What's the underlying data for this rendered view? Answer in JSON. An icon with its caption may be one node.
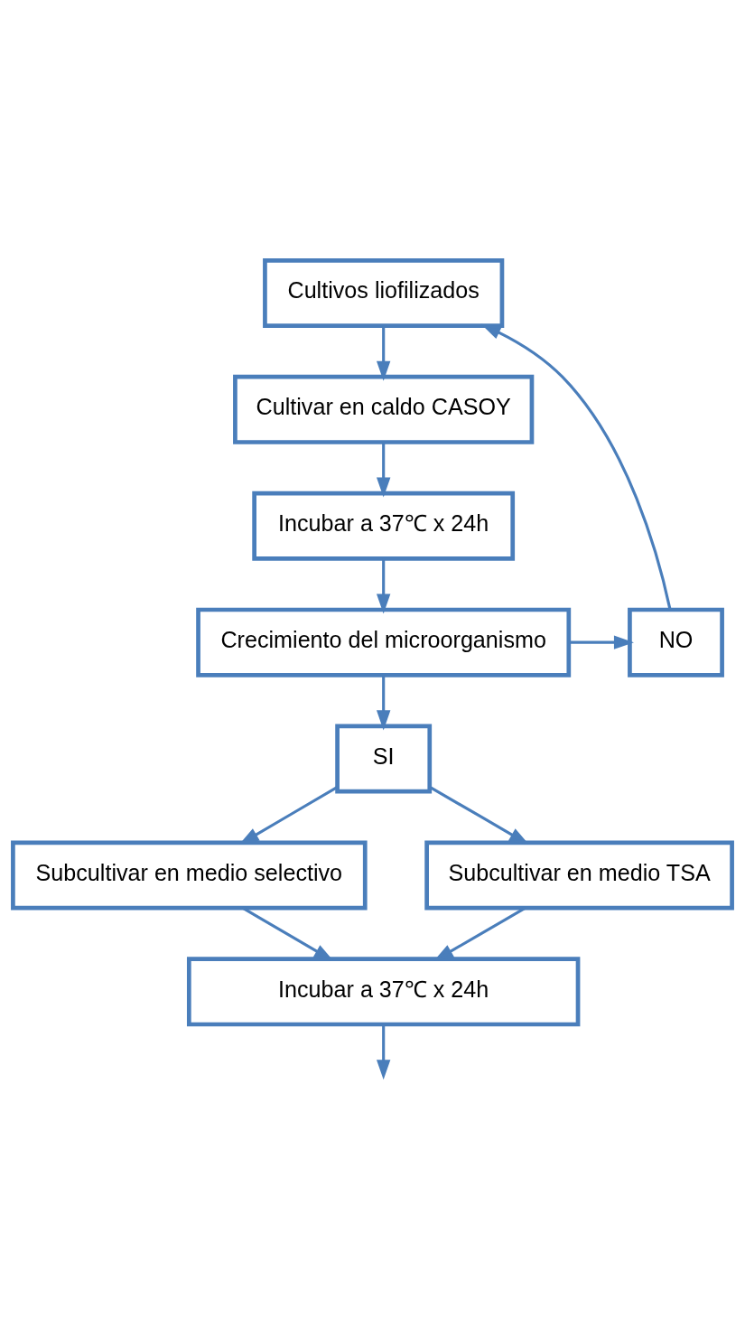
{
  "diagram": {
    "nodes": [
      {
        "text": [
          "Cultivos liofilizados"
        ]
      },
      {
        "text": [
          "Cultivar en caldo CASOY"
        ]
      },
      {
        "text": [
          "Incubar a 37℃ x 24h"
        ]
      },
      {
        "text": [
          "Crecimiento del microorganismo"
        ]
      },
      {
        "text": [
          "NO"
        ]
      },
      {
        "text": [
          "SI"
        ]
      },
      {
        "text": [
          "Subcultivar en medio selectivo"
        ]
      },
      {
        "text": [
          "Subcultivar en medio TSA"
        ]
      },
      {
        "text": [
          "Incubar a 37℃ x 24h"
        ]
      }
    ],
    "edges": [
      {
        "from": 0,
        "to": 1,
        "arrow": "to"
      },
      {
        "from": 1,
        "to": 2,
        "arrow": "to"
      },
      {
        "from": 2,
        "to": 3,
        "arrow": "to"
      },
      {
        "from": 3,
        "to": 4,
        "arrow": "to"
      },
      {
        "from": 4,
        "to": 0,
        "arrow": "to"
      },
      {
        "from": 3,
        "to": 5,
        "arrow": "to"
      },
      {
        "from": 5,
        "to": 6,
        "arrow": "to"
      },
      {
        "from": 5,
        "to": 7,
        "arrow": "to"
      },
      {
        "from": 6,
        "to": 8,
        "arrow": "to"
      },
      {
        "from": 7,
        "to": 8,
        "arrow": "to"
      },
      {
        "from": 8,
        "to": null,
        "arrow": "to"
      }
    ]
  }
}
